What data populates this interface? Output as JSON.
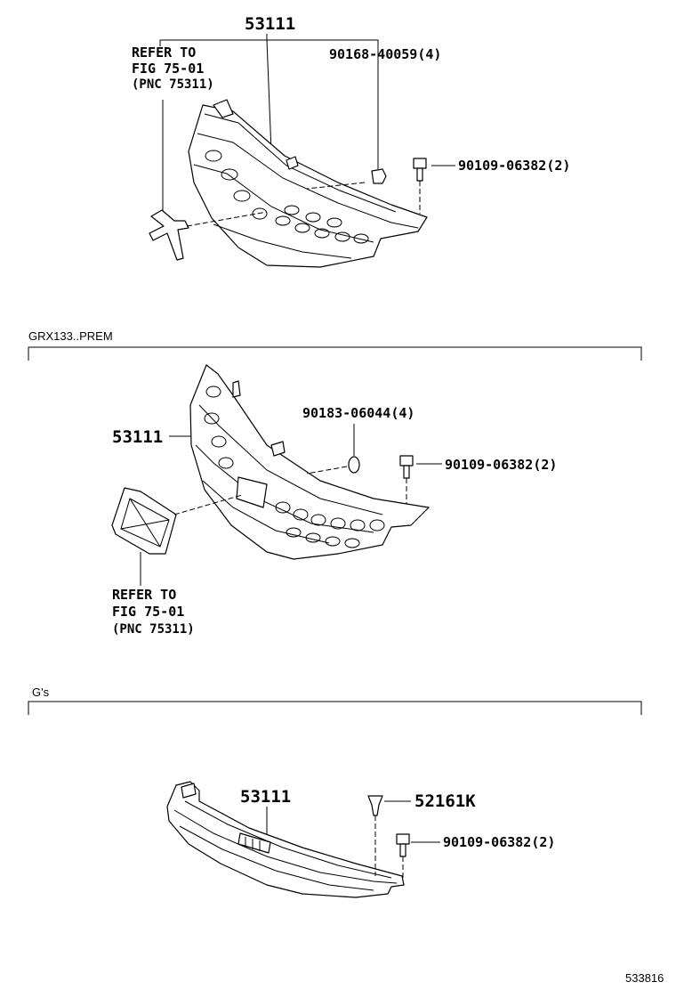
{
  "sections": [
    {
      "header": "",
      "callouts": {
        "main_part": "53111",
        "refer_line1": "REFER TO",
        "refer_line2": "FIG 75-01",
        "refer_line3": "(PNC 75311)",
        "clip": "90168-40059(4)",
        "bolt": "90109-06382(2)"
      }
    },
    {
      "header": "GRX133..PREM",
      "callouts": {
        "main_part": "53111",
        "refer_line1": "REFER TO",
        "refer_line2": "FIG 75-01",
        "refer_line3": "(PNC 75311)",
        "clip": "90183-06044(4)",
        "bolt": "90109-06382(2)"
      }
    },
    {
      "header": "G's",
      "callouts": {
        "main_part": "53111",
        "clip": "52161K",
        "bolt": "90109-06382(2)"
      }
    }
  ],
  "figure_id": "533816"
}
